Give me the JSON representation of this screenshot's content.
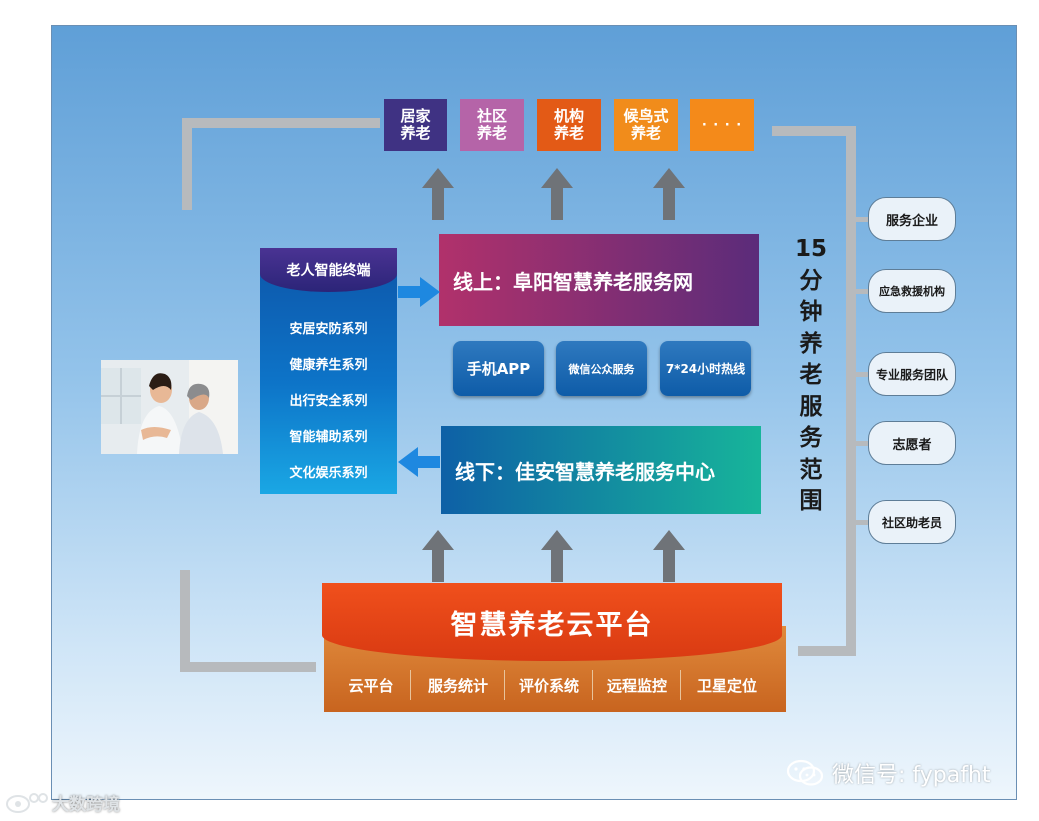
{
  "categories": [
    {
      "label_line1": "居家",
      "label_line2": "养老",
      "color": "#3f3283"
    },
    {
      "label_line1": "社区",
      "label_line2": "养老",
      "color": "#b564a8"
    },
    {
      "label_line1": "机构",
      "label_line2": "养老",
      "color": "#e35a16"
    },
    {
      "label_line1": "候鸟式",
      "label_line2": "养老",
      "color": "#f18c1b"
    },
    {
      "label_line1": "· · · ·",
      "label_line2": "",
      "color": "#f48a1a"
    }
  ],
  "terminal": {
    "title": "老人智能终端",
    "items": [
      "安居安防系列",
      "健康养生系列",
      "出行安全系列",
      "智能辅助系列",
      "文化娱乐系列"
    ]
  },
  "online_box": "线上：阜阳智慧养老服务网",
  "channels": [
    "手机APP",
    "微信公众服务",
    "7*24小时热线"
  ],
  "offline_box": "线下：佳安智慧养老服务中心",
  "service_range": [
    "15",
    "分",
    "钟",
    "养",
    "老",
    "服",
    "务",
    "范",
    "围"
  ],
  "partners": [
    "服务企业",
    "应急救援机构",
    "专业服务团队",
    "志愿者",
    "社区助老员"
  ],
  "platform": {
    "title": "智慧养老云平台",
    "items": [
      "云平台",
      "服务统计",
      "评价系统",
      "远程监控",
      "卫星定位"
    ]
  },
  "watermarks": {
    "wechat": "微信号: fypafht",
    "corner": "大数跨境"
  },
  "colors": {
    "online_gradient": [
      "#b1316b",
      "#5b2c7a"
    ],
    "offline_gradient": [
      "#0e60a6",
      "#17b59a"
    ],
    "platform_orange": "#e8421a",
    "platform_bar": "#d77a31",
    "terminal_blue": "#0d74c8"
  }
}
